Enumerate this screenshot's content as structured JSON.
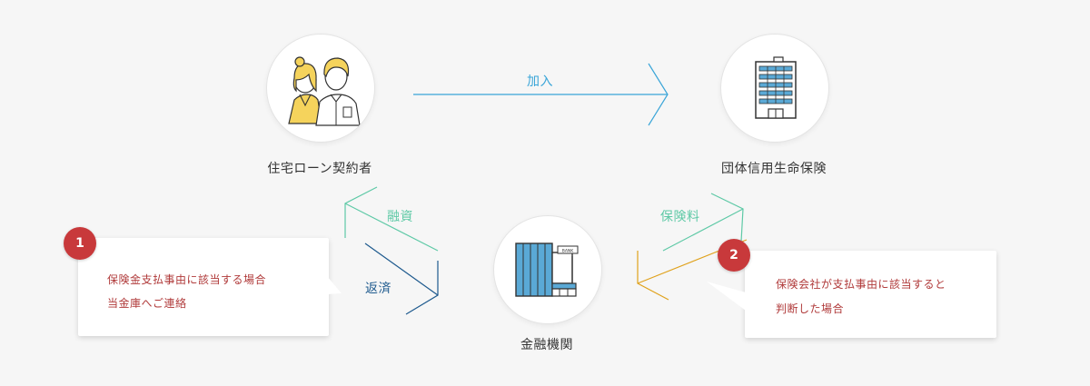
{
  "nodes": {
    "contractor": {
      "label": "住宅ローン契約者",
      "icon": "couple-icon"
    },
    "insurer": {
      "label": "団体信用生命保険",
      "icon": "office-building-icon"
    },
    "bank": {
      "label": "金融機関",
      "icon": "bank-building-icon",
      "sign": "BANK"
    }
  },
  "flows": {
    "join": "加入",
    "loan": "融資",
    "repay": "返済",
    "premium": "保険料"
  },
  "callouts": [
    {
      "number": "1",
      "lines": [
        "保険金支払事由に該当する場合",
        "当金庫へご連絡"
      ]
    },
    {
      "number": "2",
      "lines": [
        "保険会社が支払事由に該当すると",
        "判断した場合"
      ]
    }
  ],
  "colors": {
    "join": "#3aa5d8",
    "loan": "#5ec9a6",
    "repay": "#1e5a8e",
    "premium": "#5ec9a6",
    "payout": "#e0a21c",
    "accent": "#c8393b"
  }
}
